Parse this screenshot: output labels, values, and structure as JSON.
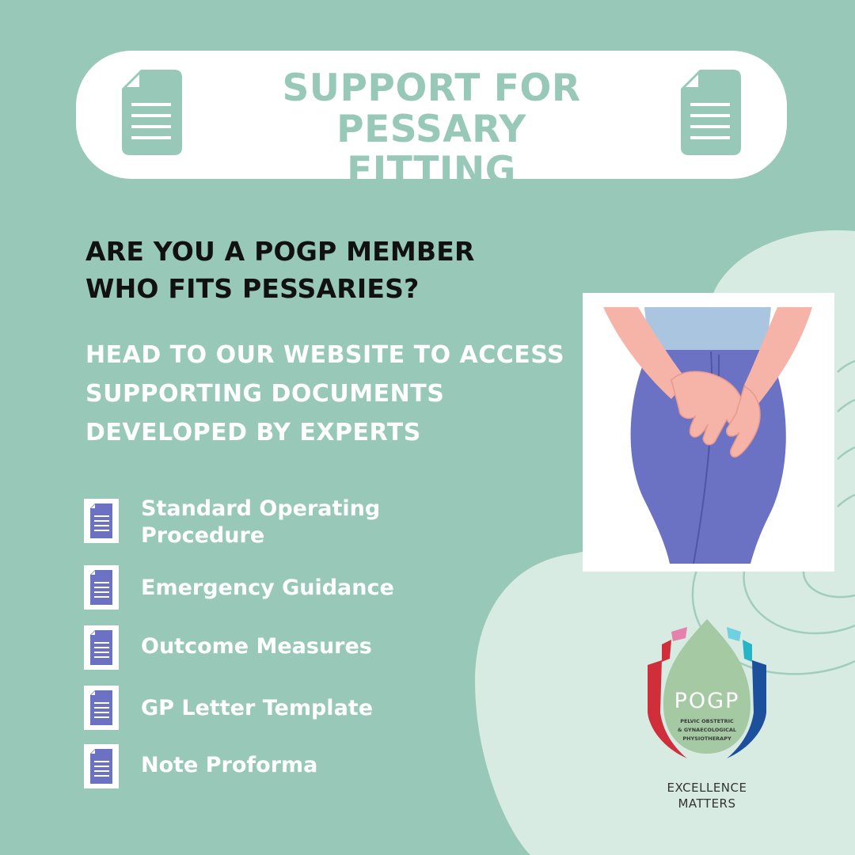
{
  "header": {
    "title_line1": "SUPPORT FOR",
    "title_line2": "PESSARY FITTING"
  },
  "question": {
    "line1": "ARE YOU A POGP MEMBER",
    "line2": "WHO FITS PESSARIES?"
  },
  "cta": {
    "line1": "HEAD TO OUR WEBSITE TO ACCESS",
    "line2": "SUPPORTING DOCUMENTS",
    "line3": "DEVELOPED BY EXPERTS"
  },
  "documents": [
    {
      "label_line1": "Standard Operating",
      "label_line2": "Procedure"
    },
    {
      "label_line1": "Emergency Guidance"
    },
    {
      "label_line1": "Outcome Measures"
    },
    {
      "label_line1": "GP Letter Template"
    },
    {
      "label_line1": "Note Proforma"
    }
  ],
  "logo": {
    "acronym": "POGP",
    "subtitle_line1": "PELVIC OBSTETRIC",
    "subtitle_line2": "& GYNAECOLOGICAL",
    "subtitle_line3": "PHYSIOTHERAPY",
    "tagline_line1": "EXCELLENCE",
    "tagline_line2": "MATTERS"
  },
  "colors": {
    "background": "#97c8b8",
    "blob": "#d7ebe2",
    "header_text": "#97c8b8",
    "doc_icon": "#6b72c4",
    "jeans": "#6b72c4",
    "skin": "#f6b3a7",
    "shirt": "#a9c5df",
    "logo_red": "#d12e3c",
    "logo_blue": "#1c4f9c",
    "logo_teal": "#25b5c6",
    "logo_pink": "#e680ac"
  },
  "icons": [
    "document-icon",
    "pelvic-pain-illustration",
    "pogp-logo"
  ]
}
